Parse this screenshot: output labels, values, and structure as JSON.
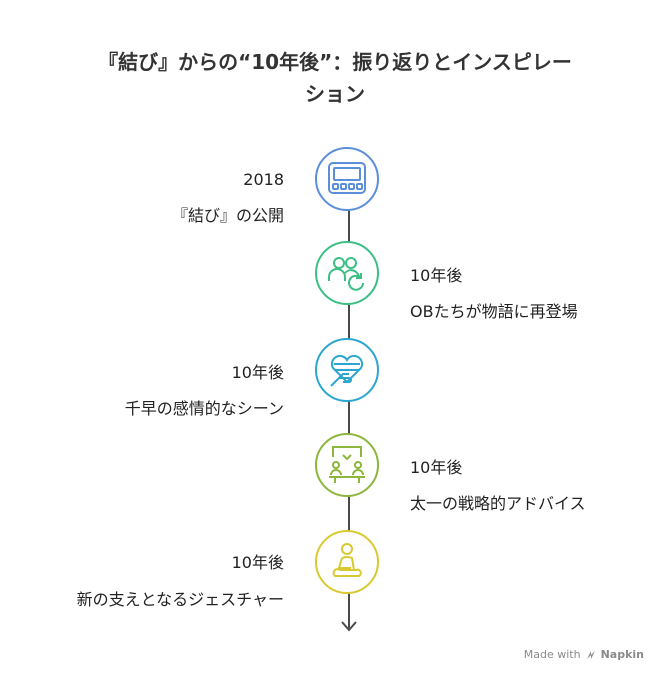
{
  "title_line1": "『結び』からの“10年後”：振り返りとインスピレー",
  "title_line2": "ション",
  "events": [
    {
      "heading": "2018",
      "text": "『結び』の公開",
      "color": "#5b8fd9",
      "icon": "film-icon"
    },
    {
      "heading": "10年後",
      "text": "OBたちが物語に再登場",
      "color": "#3bbf84",
      "icon": "people-return-icon"
    },
    {
      "heading": "10年後",
      "text": "千早の感情的なシーン",
      "color": "#2ba6cf",
      "icon": "heart-hand-icon"
    },
    {
      "heading": "10年後",
      "text": "太一の戦略的アドバイス",
      "color": "#8cb63c",
      "icon": "meeting-icon"
    },
    {
      "heading": "10年後",
      "text": "新の支えとなるジェスチャー",
      "color": "#d9c930",
      "icon": "sitting-person-icon"
    }
  ],
  "footer": {
    "made_with": "Made with",
    "brand": "Napkin"
  }
}
